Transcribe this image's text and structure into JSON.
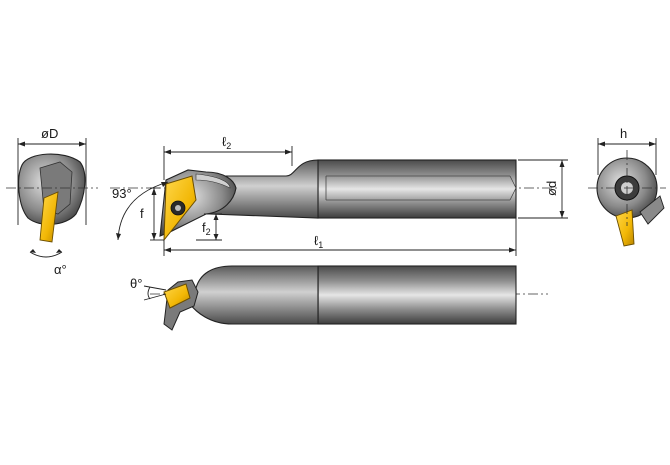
{
  "labels": {
    "oD": "øD",
    "h": "h",
    "alpha": "α°",
    "angle93": "93°",
    "f": "f",
    "f2_main": "f",
    "f2_sub": "2",
    "l2_main": "ℓ",
    "l2_sub": "2",
    "l1_main": "ℓ",
    "l1_sub": "1",
    "od": "ød",
    "theta": "θ°"
  },
  "colors": {
    "steel_dark": "#5f5f5f",
    "steel_mid": "#9a9a9a",
    "steel_light": "#d9d9d9",
    "insert_yellow": "#f2b705",
    "insert_dark": "#b98500",
    "line": "#222222"
  }
}
